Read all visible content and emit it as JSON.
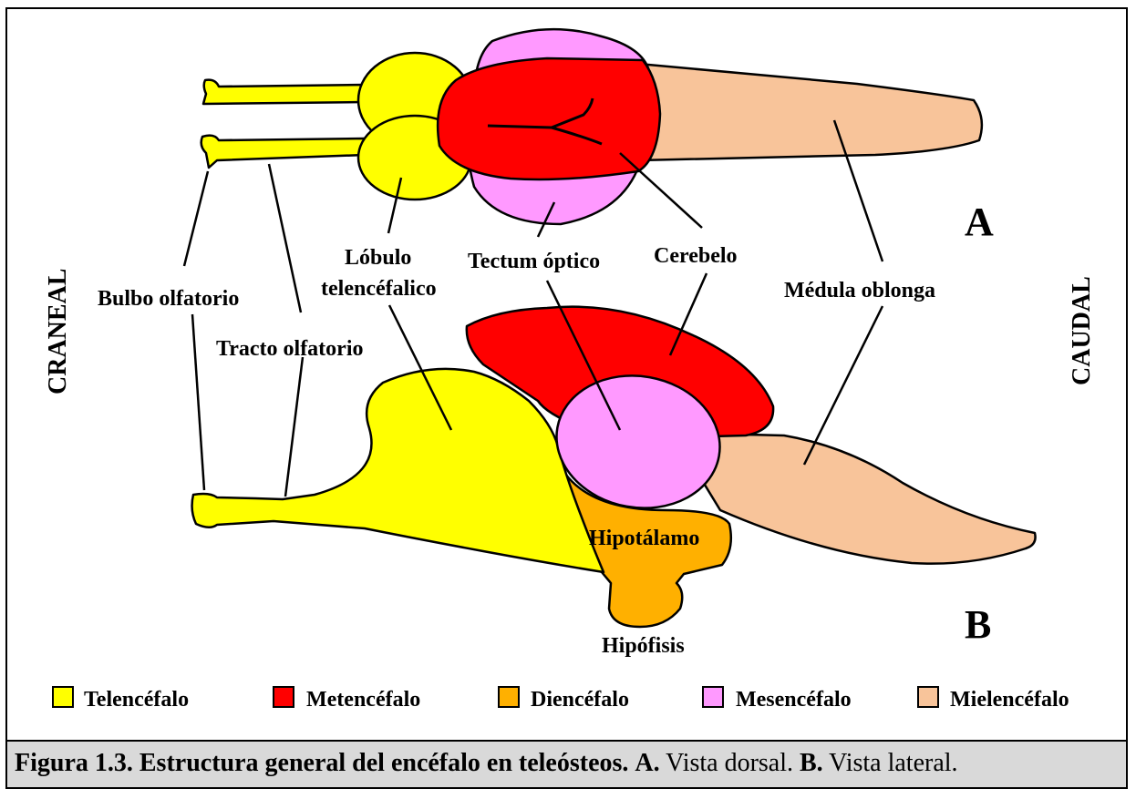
{
  "labels": {
    "bulbo": "Bulbo olfatorio",
    "tracto": "Tracto olfatorio",
    "lobulo_1": "Lóbulo",
    "lobulo_2": "telencéfalico",
    "tectum": "Tectum óptico",
    "cerebelo": "Cerebelo",
    "medula": "Médula oblonga",
    "hipotalamo": "Hipotálamo",
    "hipofisis": "Hipófisis",
    "view_a": "A",
    "view_b": "B",
    "craneal": "CRANEAL",
    "caudal": "CAUDAL"
  },
  "legend": [
    {
      "label": "Telencéfalo",
      "color": "#ffff00"
    },
    {
      "label": "Metencéfalo",
      "color": "#ff0000"
    },
    {
      "label": "Diencéfalo",
      "color": "#ffb000"
    },
    {
      "label": "Mesencéfalo",
      "color": "#ff99ff"
    },
    {
      "label": "Mielencéfalo",
      "color": "#f8c49a"
    }
  ],
  "colors": {
    "telencefalo": "#ffff00",
    "metencefalo": "#ff0000",
    "diencefalo": "#ffb000",
    "mesencefalo": "#ff99ff",
    "mielencefalo": "#f8c49a"
  },
  "caption": {
    "title": "Figura 1.3. Estructura general del encéfalo en teleósteos.",
    "a_letter": "A.",
    "a_text": " Vista dorsal. ",
    "b_letter": "B.",
    "b_text": " Vista lateral."
  }
}
